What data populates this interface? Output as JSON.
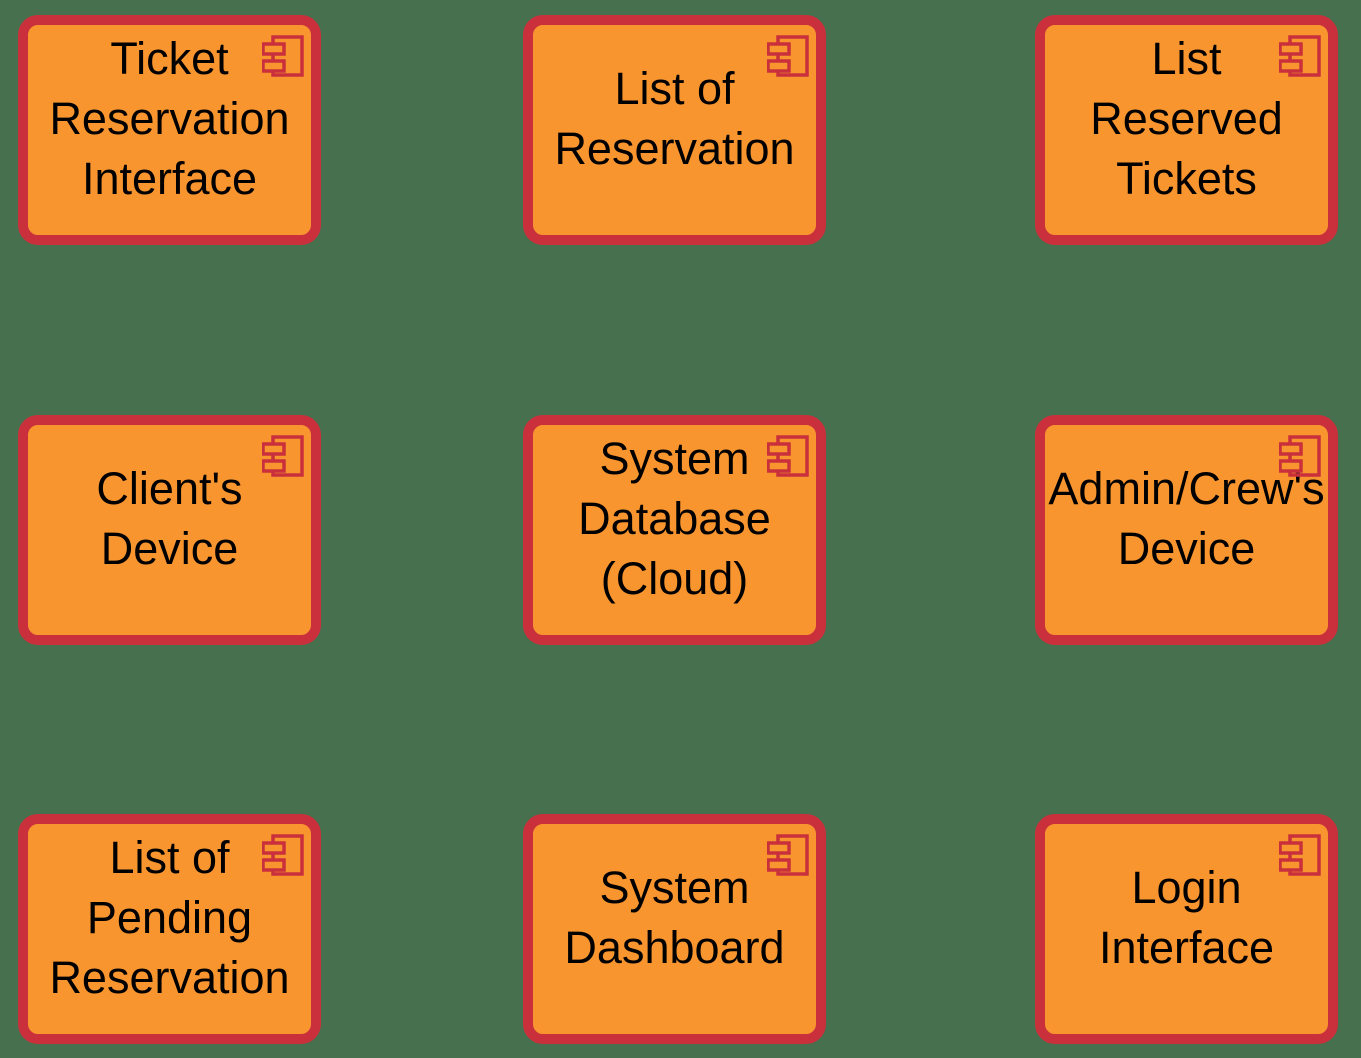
{
  "diagram": {
    "type": "uml-component-diagram",
    "colors": {
      "background": "#47714E",
      "node_fill": "#F9952F",
      "node_stroke": "#C9303C",
      "text": "#000000"
    },
    "icon": "uml-component-icon",
    "nodes": [
      {
        "id": "ticket-reservation-interface",
        "lines": [
          "Ticket",
          "Reservation",
          "Interface"
        ]
      },
      {
        "id": "list-of-reservation",
        "lines": [
          "List of",
          "Reservation"
        ]
      },
      {
        "id": "list-reserved-tickets",
        "lines": [
          "List",
          "Reserved",
          "Tickets"
        ]
      },
      {
        "id": "clients-device",
        "lines": [
          "Client's",
          "Device"
        ]
      },
      {
        "id": "system-database-cloud",
        "lines": [
          "System",
          "Database",
          "(Cloud)"
        ]
      },
      {
        "id": "admin-crews-device",
        "lines": [
          "Admin/Crew's",
          "Device"
        ]
      },
      {
        "id": "list-of-pending-reservation",
        "lines": [
          "List of",
          "Pending",
          "Reservation"
        ]
      },
      {
        "id": "system-dashboard",
        "lines": [
          "System",
          "Dashboard"
        ]
      },
      {
        "id": "login-interface",
        "lines": [
          "Login",
          "Interface"
        ]
      }
    ]
  }
}
